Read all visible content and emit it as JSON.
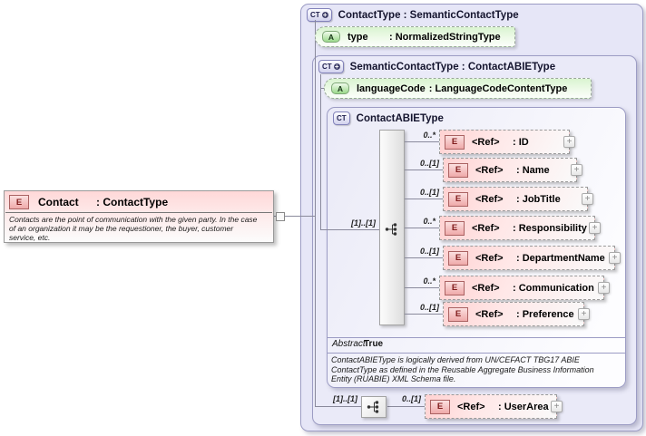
{
  "contact": {
    "badge": "E",
    "name": "Contact",
    "type_suffix": ": ContactType",
    "doc_lines": [
      "Contacts are the point of communication with the given party. In the case",
      "of an organization it may be the requestioner, the buyer, customer",
      "service, etc."
    ]
  },
  "contact_type": {
    "badge": "CT",
    "title": "ContactType : SemanticContactType",
    "attribute": {
      "badge": "A",
      "name": "type",
      "type_suffix": ": NormalizedStringType"
    }
  },
  "semantic_contact_type": {
    "badge": "CT",
    "title": "SemanticContactType : ContactABIEType",
    "attribute": {
      "badge": "A",
      "name": "languageCode",
      "type_suffix": ": LanguageCodeContentType"
    }
  },
  "contact_abie_type": {
    "badge": "CT",
    "title": "ContactABIEType",
    "sequence_cardinality": "[1]..[1]",
    "elements": [
      {
        "badge": "E",
        "cardinality": "0..*",
        "ref": "<Ref>",
        "name_suffix": ": ID"
      },
      {
        "badge": "E",
        "cardinality": "0..[1]",
        "ref": "<Ref>",
        "name_suffix": ": Name"
      },
      {
        "badge": "E",
        "cardinality": "0..[1]",
        "ref": "<Ref>",
        "name_suffix": ": JobTitle"
      },
      {
        "badge": "E",
        "cardinality": "0..*",
        "ref": "<Ref>",
        "name_suffix": ": Responsibility"
      },
      {
        "badge": "E",
        "cardinality": "0..[1]",
        "ref": "<Ref>",
        "name_suffix": ": DepartmentName"
      },
      {
        "badge": "E",
        "cardinality": "0..*",
        "ref": "<Ref>",
        "name_suffix": ": Communication"
      },
      {
        "badge": "E",
        "cardinality": "0..[1]",
        "ref": "<Ref>",
        "name_suffix": ": Preference"
      }
    ],
    "abstract_label": "Abstract",
    "abstract_value": "True",
    "doc_lines": [
      "ContactABIEType is logically derived from UN/CEFACT TBG17 ABIE",
      "ContactType as defined in the Reusable Aggregate Business Information",
      "Entity (RUABIE) XML Schema file."
    ]
  },
  "user_area_group": {
    "sequence_cardinality": "[1]..[1]",
    "element": {
      "badge": "E",
      "cardinality": "0..[1]",
      "ref": "<Ref>",
      "name_suffix": ": UserArea"
    }
  },
  "icons": {
    "expand": "+",
    "plus": "+"
  },
  "colors": {
    "container_fill": "#e6e6f7",
    "container_border": "#9c9cc4",
    "element_pink": "#ffd2d2",
    "attribute_green": "#d9f4d0",
    "badge_red_text": "#801c1c"
  }
}
